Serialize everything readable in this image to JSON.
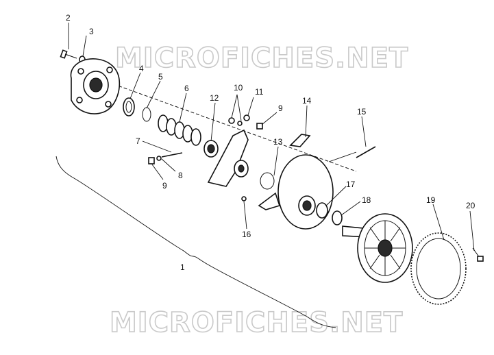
{
  "watermark": {
    "top": "MICROFICHES.NET",
    "bottom": "MICROFICHES.NET"
  },
  "callouts": [
    "1",
    "2",
    "3",
    "4",
    "5",
    "6",
    "7",
    "8",
    "9",
    "9",
    "10",
    "11",
    "12",
    "13",
    "14",
    "15",
    "16",
    "17",
    "18",
    "19",
    "20"
  ]
}
